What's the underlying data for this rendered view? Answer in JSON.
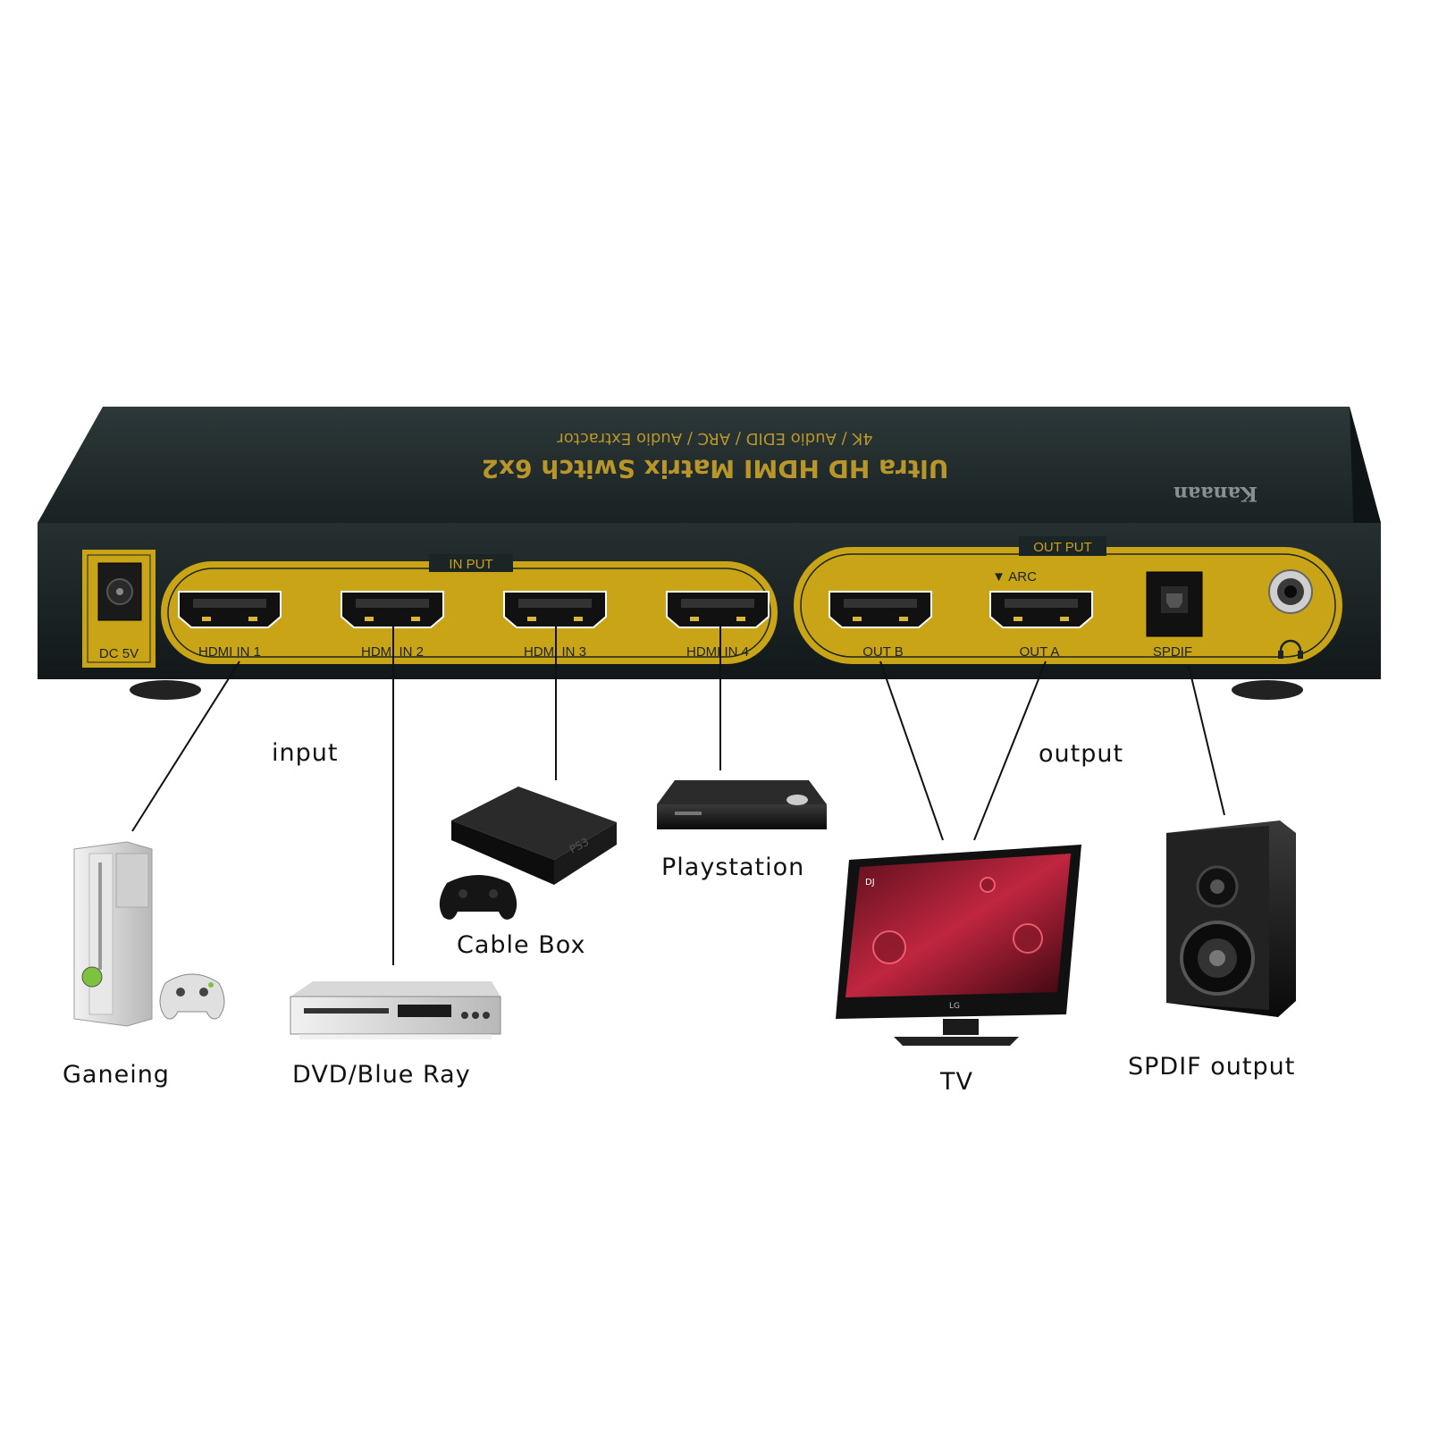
{
  "device": {
    "brand": "Kanaan",
    "title": "Ultra HD HDMI Matrix Switch 6x2",
    "subtitle": "4K / Audio EDID / ARC / Audio Extractor",
    "power_label": "DC 5V",
    "input_group_label": "IN PUT",
    "output_group_label": "OUT PUT",
    "arc_label": "▼ ARC",
    "input_ports": [
      "HDMI IN 1",
      "HDMI IN 2",
      "HDMI IN 3",
      "HDMI IN 4"
    ],
    "output_ports": [
      "OUT B",
      "OUT A"
    ],
    "spdif_label": "SPDIF",
    "headphone_icon": "headphone-icon"
  },
  "captions": {
    "input": "input",
    "output": "output",
    "gaming": "Ganeing",
    "dvd": "DVD/Blue Ray",
    "cable_box": "Cable Box",
    "playstation": "Playstation",
    "tv": "TV",
    "spdif_output": "SPDIF output"
  },
  "colors": {
    "panel_gold": "#c9a416",
    "body_dark": "#1c2526",
    "print_gold": "#b8962a"
  }
}
